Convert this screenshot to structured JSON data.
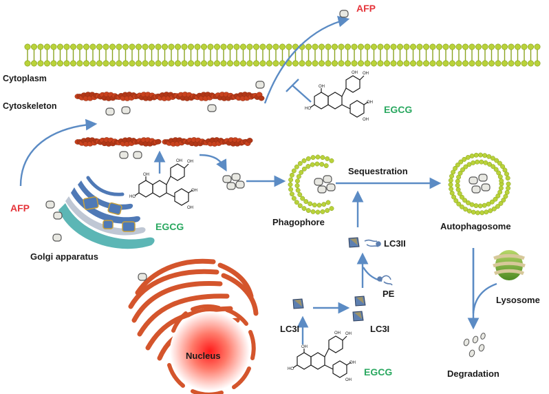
{
  "labels": {
    "afp_top": "AFP",
    "afp_left": "AFP",
    "cytoplasm": "Cytoplasm",
    "cytoskeleton": "Cytoskeleton",
    "egcg_top": "EGCG",
    "egcg_left": "EGCG",
    "egcg_bottom": "EGCG",
    "golgi": "Golgi apparatus",
    "nucleus": "Nucleus",
    "phagophore": "Phagophore",
    "sequestration": "Sequestration",
    "autophagosome": "Autophagosome",
    "lc3ii": "LC3II",
    "pe": "PE",
    "lc3i_left": "LC3I",
    "lc3i_right": "LC3I",
    "lysosome": "Lysosome",
    "degradation": "Degradation"
  },
  "colors": {
    "arrow": "#5b8bc4",
    "membrane_head": "#b9d23a",
    "membrane_tail": "#8aa41f",
    "cytoskeleton": "#c9421e",
    "afp_label": "#e5343a",
    "egcg_label": "#2aa860",
    "golgi": "#4f79b6",
    "nucleus_core": "#ff2a2a",
    "er": "#d4552c",
    "lc3": "#5d7fb0",
    "lysosome": "#7dab3b",
    "lysosome_band": "#d7c89a"
  }
}
